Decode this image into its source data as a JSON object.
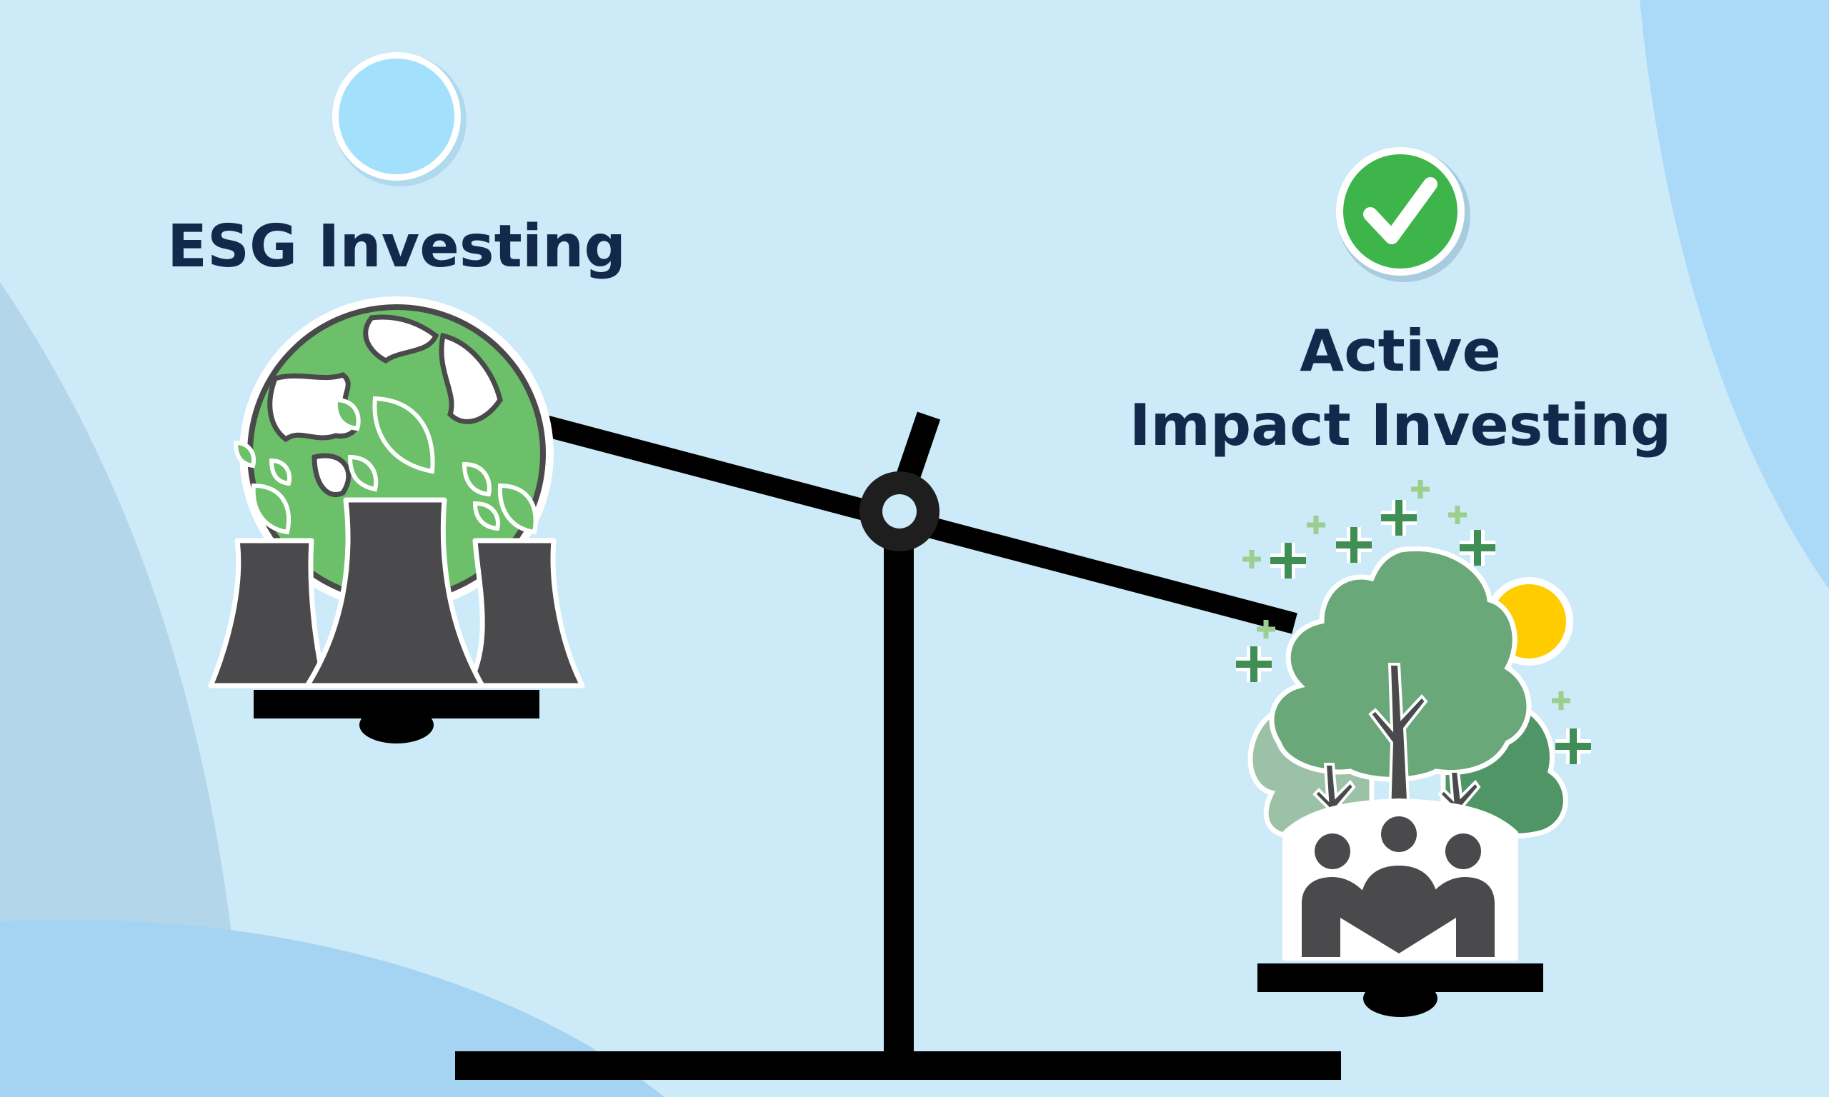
{
  "left_option": {
    "title": "ESG Investing",
    "selected": false,
    "badge_icon": "empty-circle-icon",
    "illustration": "earth-with-power-plant-cooling-towers"
  },
  "right_option": {
    "title_line1": "Active",
    "title_line2": "Impact Investing",
    "selected": true,
    "badge_icon": "checkmark-circle-icon",
    "illustration": "trees-with-people-and-sun"
  },
  "scale": {
    "tilt": "right-side-down",
    "icon": "balance-scale-icon"
  },
  "colors": {
    "background": "#cdeaf9",
    "title_text": "#13294b",
    "check_green": "#3db54a",
    "empty_badge": "#a3e0fb",
    "earth_green": "#6cc069",
    "tree_green": "#6aa87a",
    "sun_yellow": "#ffcc00",
    "dark_gray": "#4a4a4c",
    "scale_black": "#000000"
  }
}
